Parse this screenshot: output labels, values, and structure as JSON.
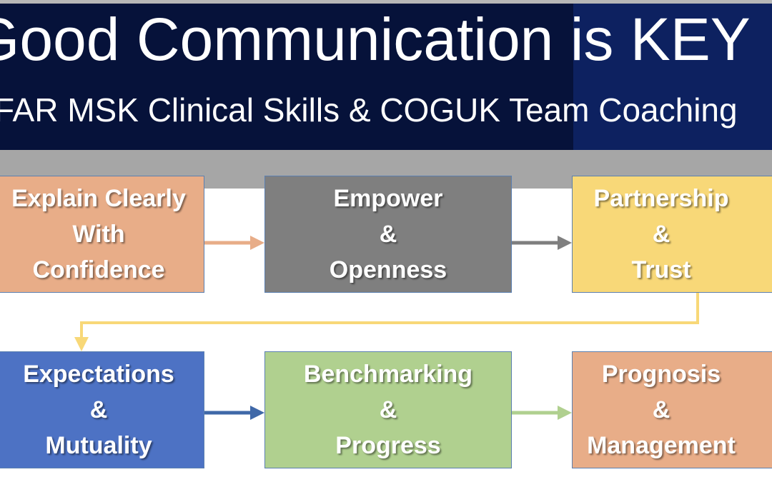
{
  "header": {
    "title": "Good Communication is KEY",
    "subtitle": "FAR MSK Clinical Skills & COGUK Team Coaching"
  },
  "colors": {
    "banner_left": "#06123a",
    "banner_right": "#0d2160",
    "gray_bar": "#a6a6a6",
    "box_border": "#5b7fb0"
  },
  "steps": [
    {
      "lines": [
        "Explain Clearly",
        "With",
        "Confidence"
      ],
      "color": "#e8ad88"
    },
    {
      "lines": [
        "Empower",
        "&",
        "Openness"
      ],
      "color": "#7f7f7f"
    },
    {
      "lines": [
        "Partnership",
        "&",
        "Trust"
      ],
      "color": "#f8d878"
    },
    {
      "lines": [
        "Expectations",
        "&",
        "Mutuality"
      ],
      "color": "#4d72c4"
    },
    {
      "lines": [
        "Benchmarking",
        "&",
        "Progress"
      ],
      "color": "#b0d08f"
    },
    {
      "lines": [
        "Prognosis",
        "&",
        "Management"
      ],
      "color": "#e8ad88"
    }
  ],
  "connectors": [
    {
      "from": 0,
      "to": 1,
      "color": "#e8ad88"
    },
    {
      "from": 1,
      "to": 2,
      "color": "#7f7f7f"
    },
    {
      "from": 2,
      "to": 3,
      "color": "#f8d878"
    },
    {
      "from": 3,
      "to": 4,
      "color": "#3f68a8"
    },
    {
      "from": 4,
      "to": 5,
      "color": "#b0d08f"
    }
  ]
}
